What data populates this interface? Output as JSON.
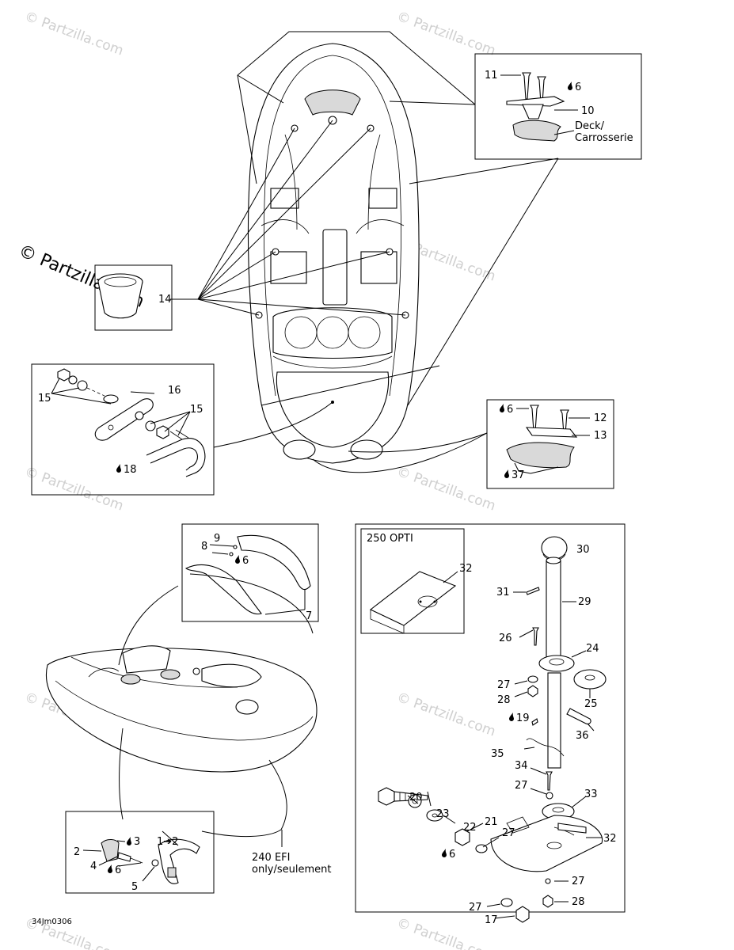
{
  "watermark": "© Partzilla.com",
  "watermark_repeat": "© Partzilla.com",
  "diagram_code": "34Jm0306",
  "deck_label_line1": "Deck/",
  "deck_label_line2": "Carrosserie",
  "opti_label": "250 OPTI",
  "efi_note_line1": "240 EFI",
  "efi_note_line2": "only/seulement",
  "arrow_label": "1➔2",
  "drop_icon": "droplet-icon",
  "callouts": {
    "c11": "11",
    "c6a": "6",
    "c10": "10",
    "c14": "14",
    "c15a": "15",
    "c16": "16",
    "c15b": "15",
    "c18": "18",
    "c6b": "6",
    "c12": "12",
    "c13": "13",
    "c37": "37",
    "c9": "9",
    "c8": "8",
    "c6c": "6",
    "c7": "7",
    "c32a": "32",
    "c30": "30",
    "c31": "31",
    "c29": "29",
    "c26": "26",
    "c24": "24",
    "c27a": "27",
    "c28a": "28",
    "c25": "25",
    "c19": "19",
    "c36": "36",
    "c35": "35",
    "c34": "34",
    "c27b": "27",
    "c33": "33",
    "c20": "20",
    "c23": "23",
    "c22": "22",
    "c21": "21",
    "c27c": "27",
    "c32b": "32",
    "c6d": "6",
    "c27d": "27",
    "c27e": "27",
    "c17": "17",
    "c28b": "28",
    "c3": "3",
    "c2": "2",
    "c4": "4",
    "c6e": "6",
    "c5": "5"
  }
}
